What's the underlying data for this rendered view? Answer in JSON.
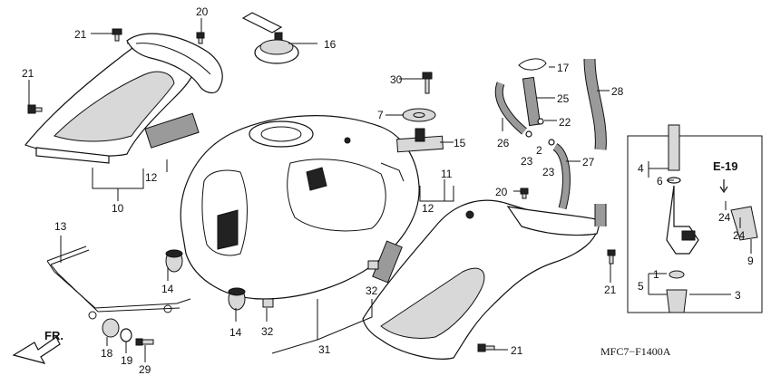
{
  "diagram_code": "MFC7−F1400A",
  "front_label": "FR.",
  "section_ref": "E-19",
  "callouts": {
    "c1": "1",
    "c2": "2",
    "c3": "3",
    "c4": "4",
    "c5": "5",
    "c6": "6",
    "c7": "7",
    "c9": "9",
    "c10": "10",
    "c11": "11",
    "c12a": "12",
    "c12b": "12",
    "c13": "13",
    "c14a": "14",
    "c14b": "14",
    "c15": "15",
    "c16": "16",
    "c17": "17",
    "c18": "18",
    "c19": "19",
    "c20a": "20",
    "c20b": "20",
    "c21a": "21",
    "c21b": "21",
    "c21c": "21",
    "c21d": "21",
    "c22": "22",
    "c23a": "23",
    "c23b": "23",
    "c24a": "24",
    "c24b": "24",
    "c25": "25",
    "c26": "26",
    "c27": "27",
    "c28": "28",
    "c29": "29",
    "c30": "30",
    "c31": "31",
    "c32a": "32",
    "c32b": "32"
  }
}
